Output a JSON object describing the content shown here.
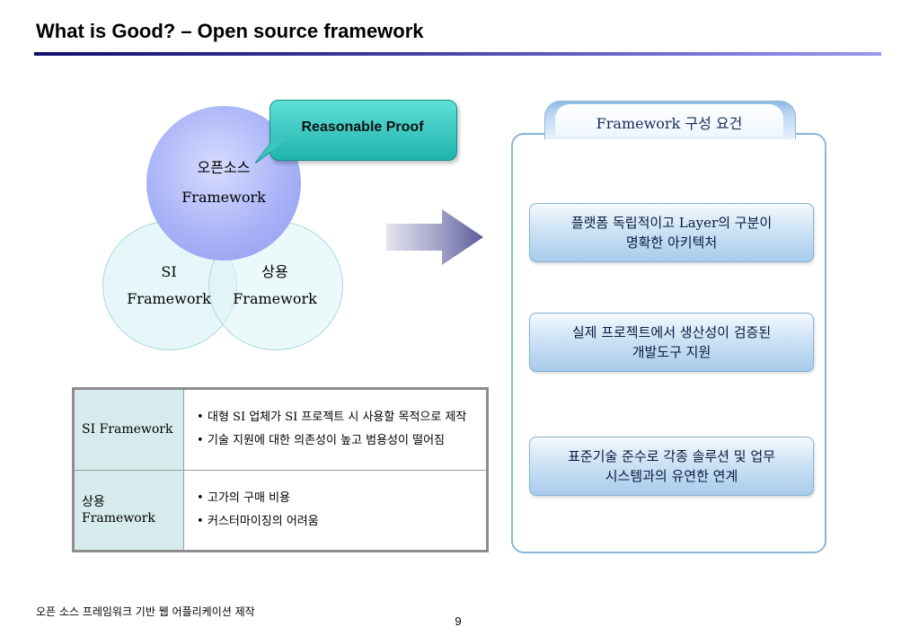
{
  "slide": {
    "title": "What is Good? – Open source framework",
    "footer": "오픈 소스 프레임워크 기반 웹 어플리케이션 제작",
    "page_number": "9"
  },
  "venn": {
    "top": {
      "line1": "오픈소스",
      "line2": "Framework"
    },
    "left": {
      "line1": "SI",
      "line2": "Framework"
    },
    "right": {
      "line1": "상용",
      "line2": "Framework"
    },
    "callout": "Reasonable Proof"
  },
  "table": {
    "rows": [
      {
        "head": "SI Framework",
        "bullets": [
          "대형 SI 업체가 SI 프로젝트 시 사용할 목적으로  제작",
          "기술 지원에 대한 의존성이 높고 범용성이 떨어짐"
        ]
      },
      {
        "head_line1": "상용",
        "head_line2": "Framework",
        "bullets": [
          "고가의 구매 비용",
          "커스터마이징의 어려움"
        ]
      }
    ]
  },
  "panel": {
    "title": "Framework 구성 요건",
    "requirements": [
      {
        "line1": "플랫폼 독립적이고 Layer의 구분이",
        "line2": "명확한 아키텍처"
      },
      {
        "line1": "실제 프로젝트에서 생산성이 검증된",
        "line2": "개발도구 지원"
      },
      {
        "line1": "표준기술 준수로 각종 솔루션 및 업무",
        "line2": "시스템과의 유연한 연계"
      }
    ]
  },
  "colors": {
    "title_rule_start": "#10106a",
    "title_rule_end": "#9a98f0",
    "callout": "#1fb3ad",
    "venn_top": "#a9b3f7",
    "venn_bottom": "#dcf4f6",
    "table_head_bg": "#d6ecec",
    "panel_border": "#8ab6d8"
  }
}
